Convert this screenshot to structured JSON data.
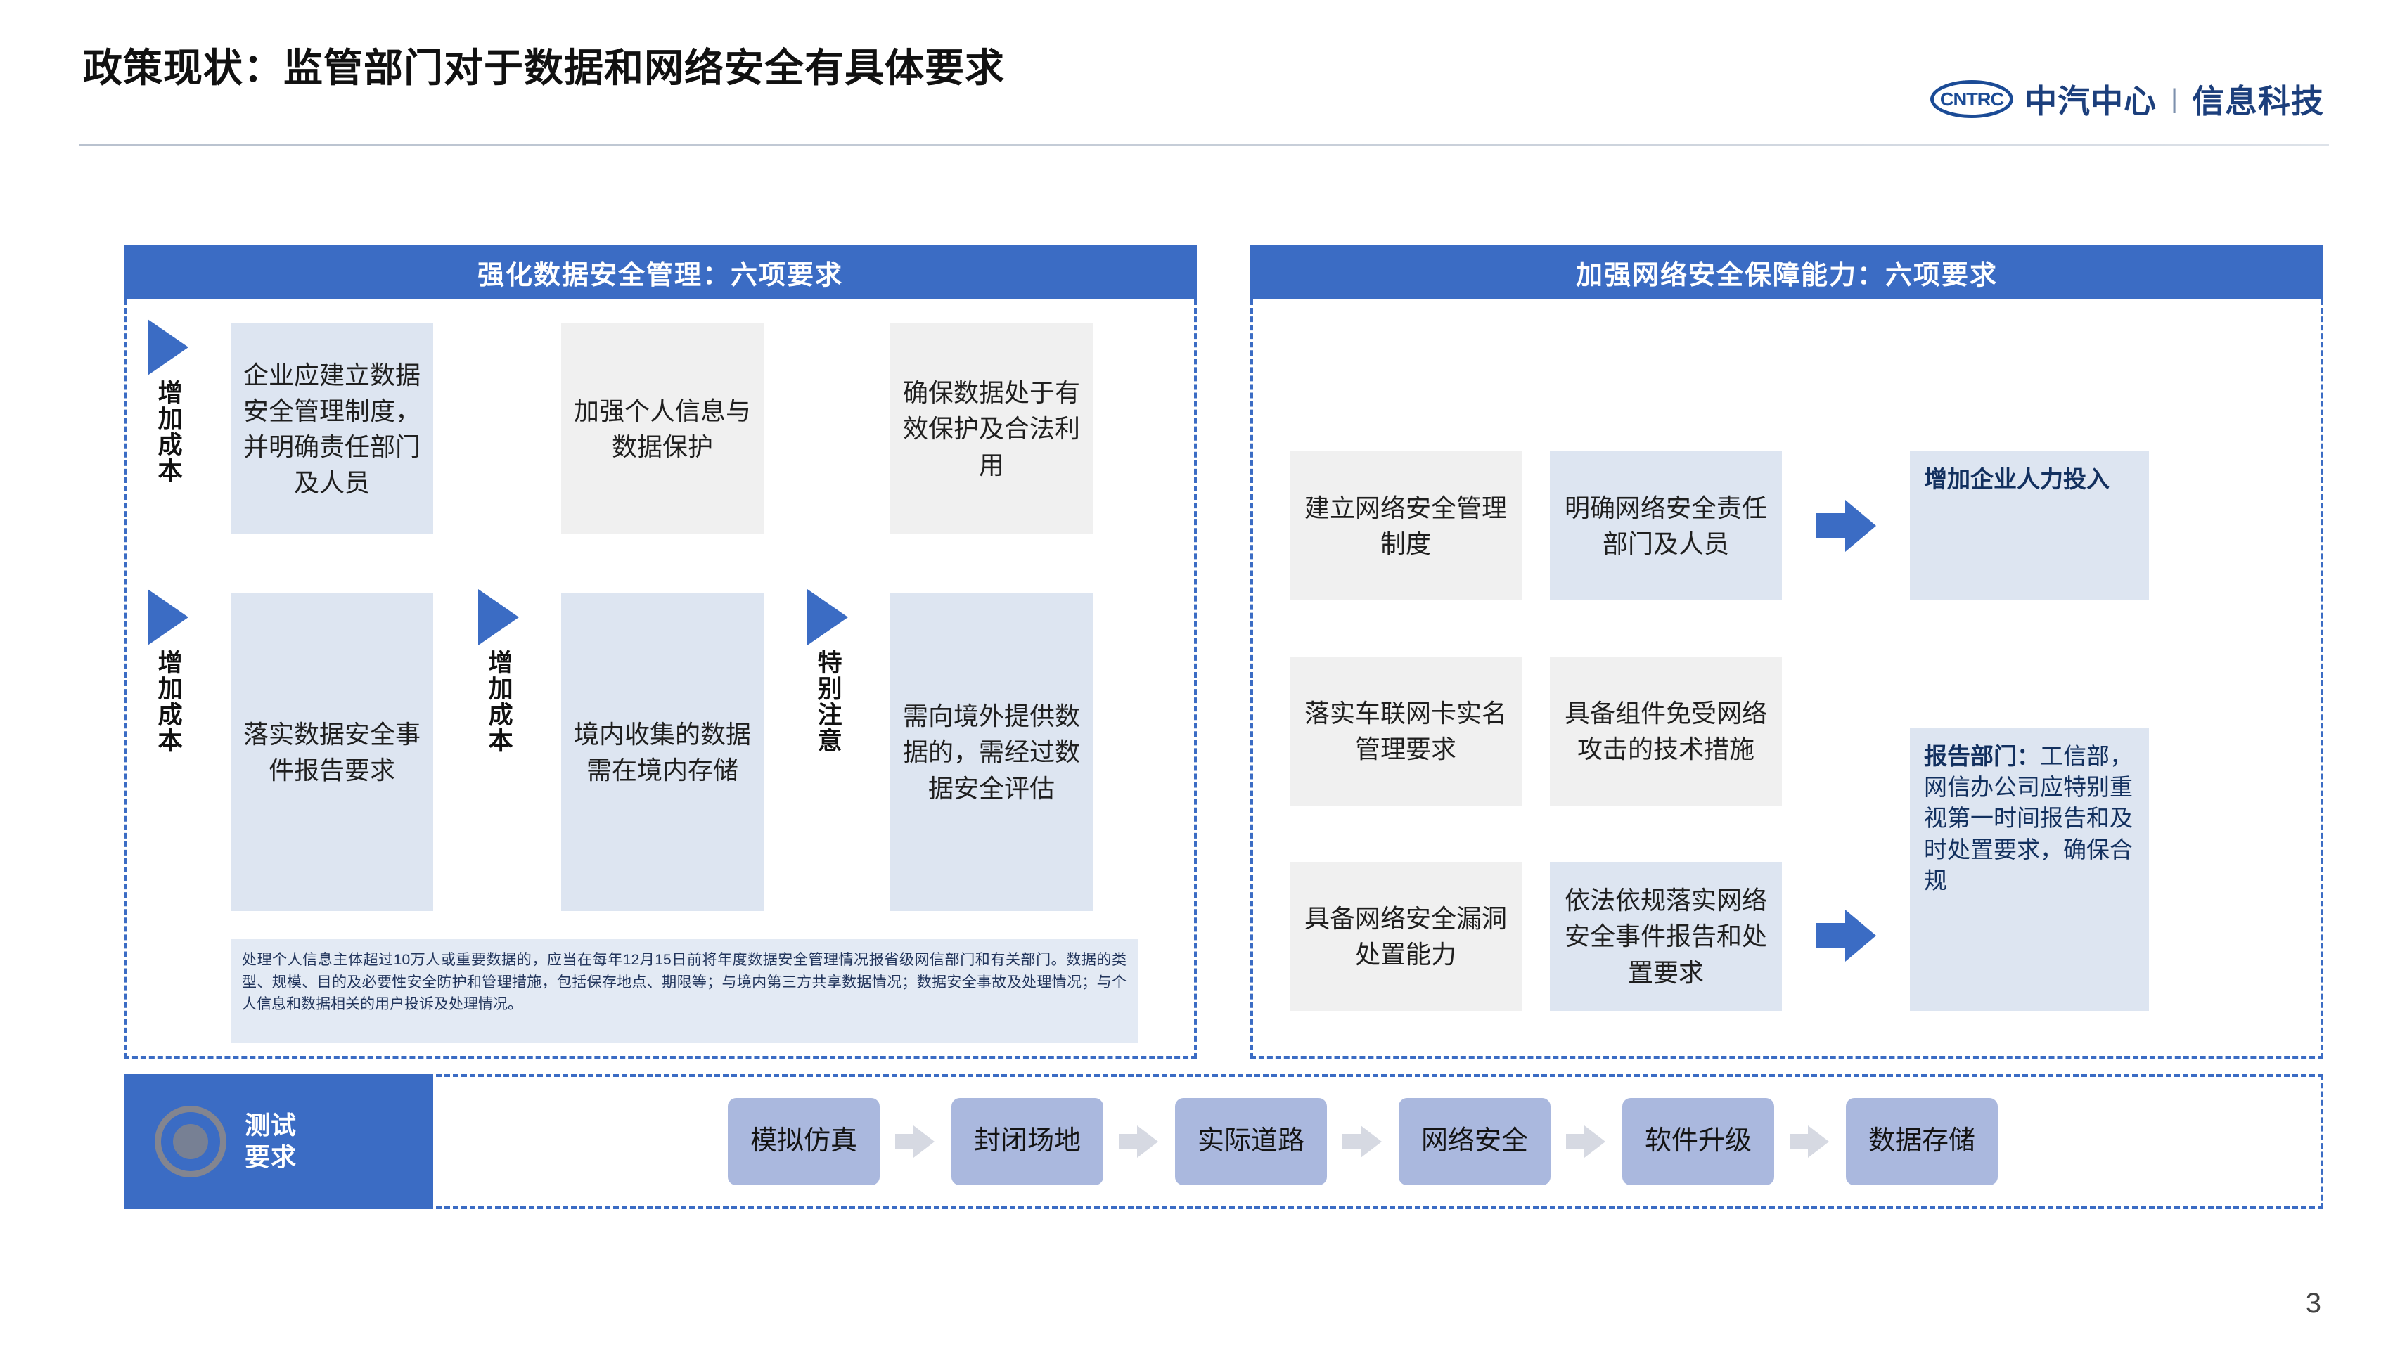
{
  "header": {
    "title": "政策现状：监管部门对于数据和网络安全有具体要求",
    "brand_mark": "CNTRC",
    "brand_name": "中汽中心",
    "brand_sep": "|",
    "brand_sub": "信息科技"
  },
  "panels": {
    "left": {
      "header": "强化数据安全管理：六项要求",
      "row1": {
        "tag": "增加成本",
        "cards": [
          {
            "text": "企业应建立数据安全管理制度，并明确责任部门及人员",
            "style": "blue"
          },
          {
            "text": "加强个人信息与数据保护",
            "style": "grey"
          },
          {
            "text": "确保数据处于有效保护及合法利用",
            "style": "grey"
          }
        ]
      },
      "row2": [
        {
          "tag": "增加成本",
          "text": "落实数据安全事件报告要求",
          "style": "blue"
        },
        {
          "tag": "增加成本",
          "text": "境内收集的数据需在境内存储",
          "style": "blue"
        },
        {
          "tag": "特别注意",
          "text": "需向境外提供数据的，需经过数据安全评估",
          "style": "blue"
        }
      ],
      "footnote": "处理个人信息主体超过10万人或重要数据的，应当在每年12月15日前将年度数据安全管理情况报省级网信部门和有关部门。数据的类型、规模、目的及必要性安全防护和管理措施，包括保存地点、期限等；与境内第三方共享数据情况；数据安全事故及处理情况；与个人信息和数据相关的用户投诉及处理情况。"
    },
    "right": {
      "header": "加强网络安全保障能力：六项要求",
      "rows": [
        [
          {
            "text": "建立网络安全管理制度",
            "style": "grey"
          },
          {
            "text": "明确网络安全责任部门及人员",
            "style": "blue"
          }
        ],
        [
          {
            "text": "落实车联网卡实名管理要求",
            "style": "grey"
          },
          {
            "text": "具备组件免受网络攻击的技术措施",
            "style": "grey"
          }
        ],
        [
          {
            "text": "具备网络安全漏洞处置能力",
            "style": "grey"
          },
          {
            "text": "依法依规落实网络安全事件报告和处置要求",
            "style": "blue"
          }
        ]
      ],
      "callouts": [
        {
          "text": "增加企业人力投入",
          "bold": true
        },
        {
          "lead": "报告部门：",
          "text": "工信部，网信办公司应特别重视第一时间报告和及时处置要求，确保合规",
          "bold": false
        }
      ]
    }
  },
  "test_bar": {
    "label_line1": "测试",
    "label_line2": "要求",
    "steps": [
      "模拟仿真",
      "封闭场地",
      "实际道路",
      "网络安全",
      "软件升级",
      "数据存储"
    ]
  },
  "page_number": "3",
  "colors": {
    "accent_blue": "#3b6cc4",
    "card_blue": "#dde5f1",
    "card_grey": "#f0f0f0",
    "chip_blue": "#aab8de",
    "brand_blue": "#1c3f7c"
  }
}
